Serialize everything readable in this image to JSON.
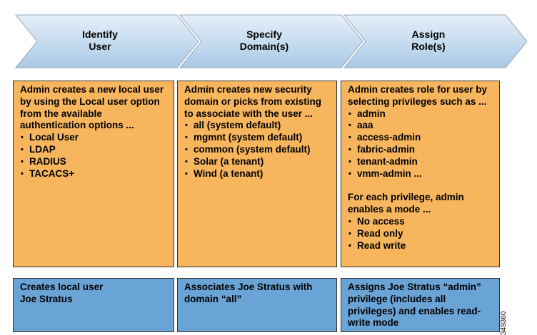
{
  "steps": [
    {
      "label": "Identify\nUser"
    },
    {
      "label": "Specify\nDomain(s)"
    },
    {
      "label": "Assign\nRole(s)"
    }
  ],
  "columns": [
    {
      "detail": {
        "intro": "Admin creates a new local user by using the Local user option from the available authentication options ...",
        "items": [
          "Local User",
          "LDAP",
          "RADIUS",
          "TACACS+"
        ]
      },
      "result": "Creates local user\nJoe Stratus"
    },
    {
      "detail": {
        "intro": "Admin creates new security domain or picks from existing to associate with the user ...",
        "items": [
          "all (system default)",
          "mgmnt (system default)",
          "common (system default)",
          "Solar (a tenant)",
          "Wind (a tenant)"
        ]
      },
      "result": "Associates Joe Stratus with domain “all”"
    },
    {
      "detail": {
        "intro": "Admin creates role for user by selecting privileges such as ...",
        "items": [
          "admin",
          "aaa",
          "access-admin",
          "fabric-admin",
          "tenant-admin",
          "vmm-admin ..."
        ],
        "intro2": "For each privilege, admin enables a mode ...",
        "items2": [
          "No access",
          "Read only",
          "Read write"
        ]
      },
      "result": "Assigns Joe Stratus “admin” privilege (includes all privileges) and enables read-write mode"
    }
  ],
  "figure_id": "349360",
  "colors": {
    "chevron_light": "#e6f0fa",
    "chevron_dark": "#a9c9e6",
    "orange": "#f7b55e",
    "blue": "#6aa3d6"
  }
}
